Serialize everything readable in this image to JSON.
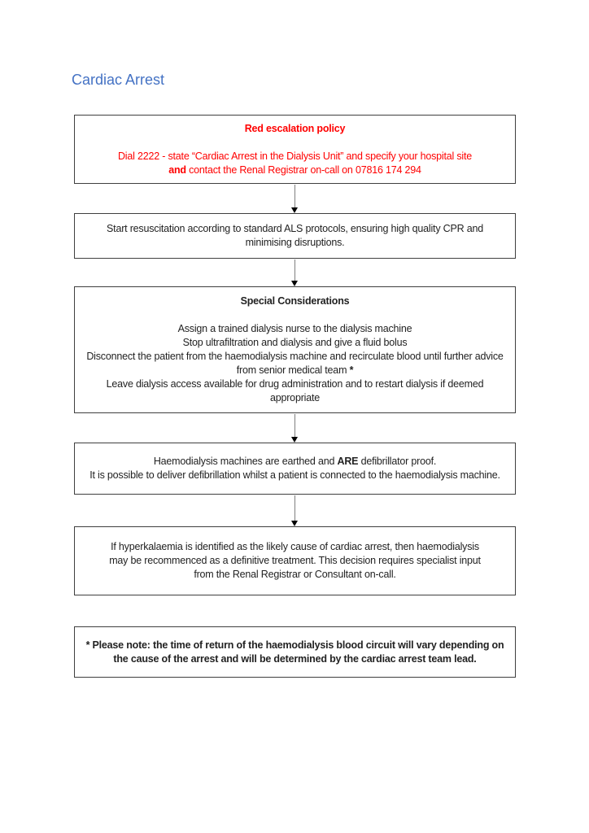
{
  "title": "Cardiac Arrest",
  "colors": {
    "title_blue": "#4472C4",
    "alert_red": "#FF0000",
    "box_border": "#3F3F3F",
    "arrow_line": "#7F7F7F",
    "arrow_head": "#000000"
  },
  "boxes": {
    "escalation": {
      "heading": "Red escalation policy",
      "line1": "Dial 2222 - state “Cardiac Arrest in the Dialysis Unit” and specify your hospital site",
      "line2_bold": "and",
      "line2_rest": " contact the Renal Registrar on-call on 07816 174 294"
    },
    "resuscitation": {
      "text": "Start resuscitation according to standard ALS protocols, ensuring high quality CPR and minimising disruptions."
    },
    "special": {
      "heading": "Special Considerations",
      "item1": "Assign a trained dialysis nurse to the dialysis machine",
      "item2": "Stop ultrafiltration and dialysis and give a fluid bolus",
      "item3": "Disconnect the patient from the haemodialysis machine and recirculate blood until further advice from senior medical team ",
      "item3_marker": "*",
      "item4": "Leave dialysis access available for drug administration and to restart dialysis if deemed appropriate"
    },
    "defibrillator": {
      "line1_pre": "Haemodialysis machines are earthed and ",
      "line1_bold": "ARE",
      "line1_post": " defibrillator proof.",
      "line2": "It is possible to deliver defibrillation whilst a patient is connected to the haemodialysis machine."
    },
    "hyperkalaemia": {
      "text": "If hyperkalaemia is identified as the likely cause of cardiac arrest, then haemodialysis may be recommenced as a definitive treatment. This decision requires specialist input from the Renal Registrar or Consultant on-call."
    },
    "footnote": {
      "text": "* Please note: the time of return of the haemodialysis blood circuit will vary depending on the cause of the arrest and will be determined by the cardiac arrest team lead."
    }
  }
}
